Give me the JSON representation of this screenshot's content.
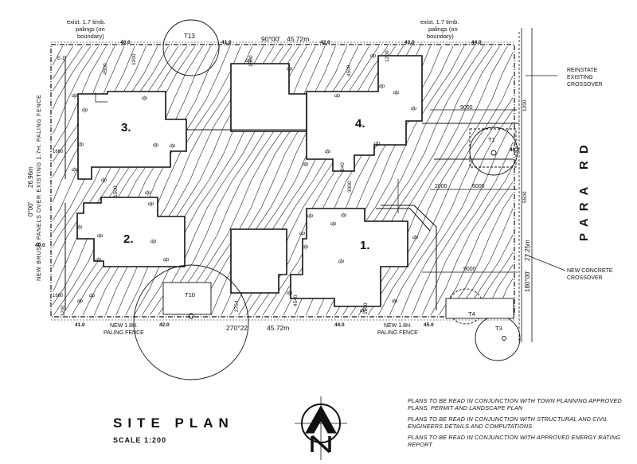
{
  "plan": {
    "title": "SITE PLAN",
    "scale": "SCALE 1:200",
    "road_name": "PARA RD",
    "top_boundary": {
      "bearing": "90°00'",
      "length": "45.72m"
    },
    "bottom_boundary": {
      "bearing": "270°22'",
      "length": "45.72m"
    },
    "left_boundary": {
      "bearing": "0°00'",
      "length": "26.96m"
    },
    "right_boundary": {
      "bearing": "180°00'",
      "length": "27.25m"
    },
    "left_fence_note": "NEW BRUSH PANELS OVER EXISTING 1.7H. PALING FENCE",
    "top_left_note": [
      "exist. 1.7 timb.",
      "palings (on",
      "boundary)"
    ],
    "top_right_note": [
      "exist. 1.7 timb.",
      "palings (on",
      "boundary)"
    ],
    "reinstate_note": [
      "REINSTATE",
      "EXISTING",
      "CROSSOVER"
    ],
    "crossover_note": [
      "NEW CONCRETE",
      "CROSSOVER"
    ],
    "bottom_fence_left": [
      "NEW 1.8H.",
      "PALING FENCE"
    ],
    "bottom_fence_right": [
      "NEW 1.8H.",
      "PALING FENCE"
    ],
    "units": [
      "1.",
      "2.",
      "3.",
      "4."
    ],
    "trees": [
      "T13",
      "T1",
      "T10",
      "T4",
      "T3"
    ],
    "top_levels": [
      "40.0",
      "41.0",
      "42.0",
      "43.0",
      "44.0"
    ],
    "bottom_levels": [
      "41.0",
      "42.0",
      "44.0",
      "45.0"
    ],
    "side_levels": [
      "40.0",
      "46.0"
    ],
    "dims": [
      "4500",
      "1200",
      "1500",
      "4500",
      "1200",
      "3000",
      "1200",
      "1660",
      "1500",
      "1660",
      "1200",
      "4540",
      "2754",
      "1500",
      "3000",
      "2000",
      "6000",
      "5500",
      "9000",
      "840"
    ],
    "marker": "dp",
    "label_e1": "E-1",
    "notes": [
      "PLANS TO BE READ IN CONJUNCTION WITH TOWN PLANNING APPROVED PLANS, PERMIT AND LANDSCAPE PLAN",
      "PLANS TO BE READ IN CONJUNCTION WITH STRUCTURAL AND CIVIL ENGINEERS DETAILS AND COMPUTATIONS",
      "PLANS TO BE READ IN CONJUNCTION WITH APPROVED ENERGY RATING REPORT"
    ],
    "north": "N"
  }
}
